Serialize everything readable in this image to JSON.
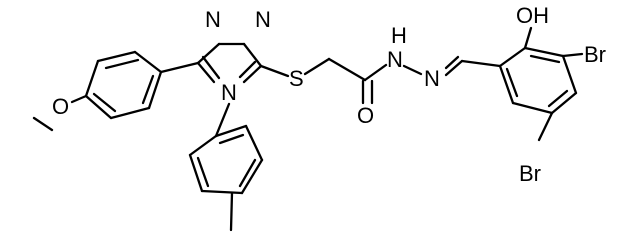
{
  "molecule": {
    "atoms": {
      "triazole_n_top_left": "N",
      "triazole_n_top_right": "N",
      "triazole_n_bottom": "N",
      "thioether_s": "S",
      "ether_o": "O",
      "carbonyl_o": "O",
      "hydrazide_nh": "N",
      "hydrazide_nh_h": "H",
      "imine_n": "N",
      "hydroxyl_oh": "OH",
      "bromine_top": "Br",
      "bromine_bottom": "Br"
    }
  }
}
